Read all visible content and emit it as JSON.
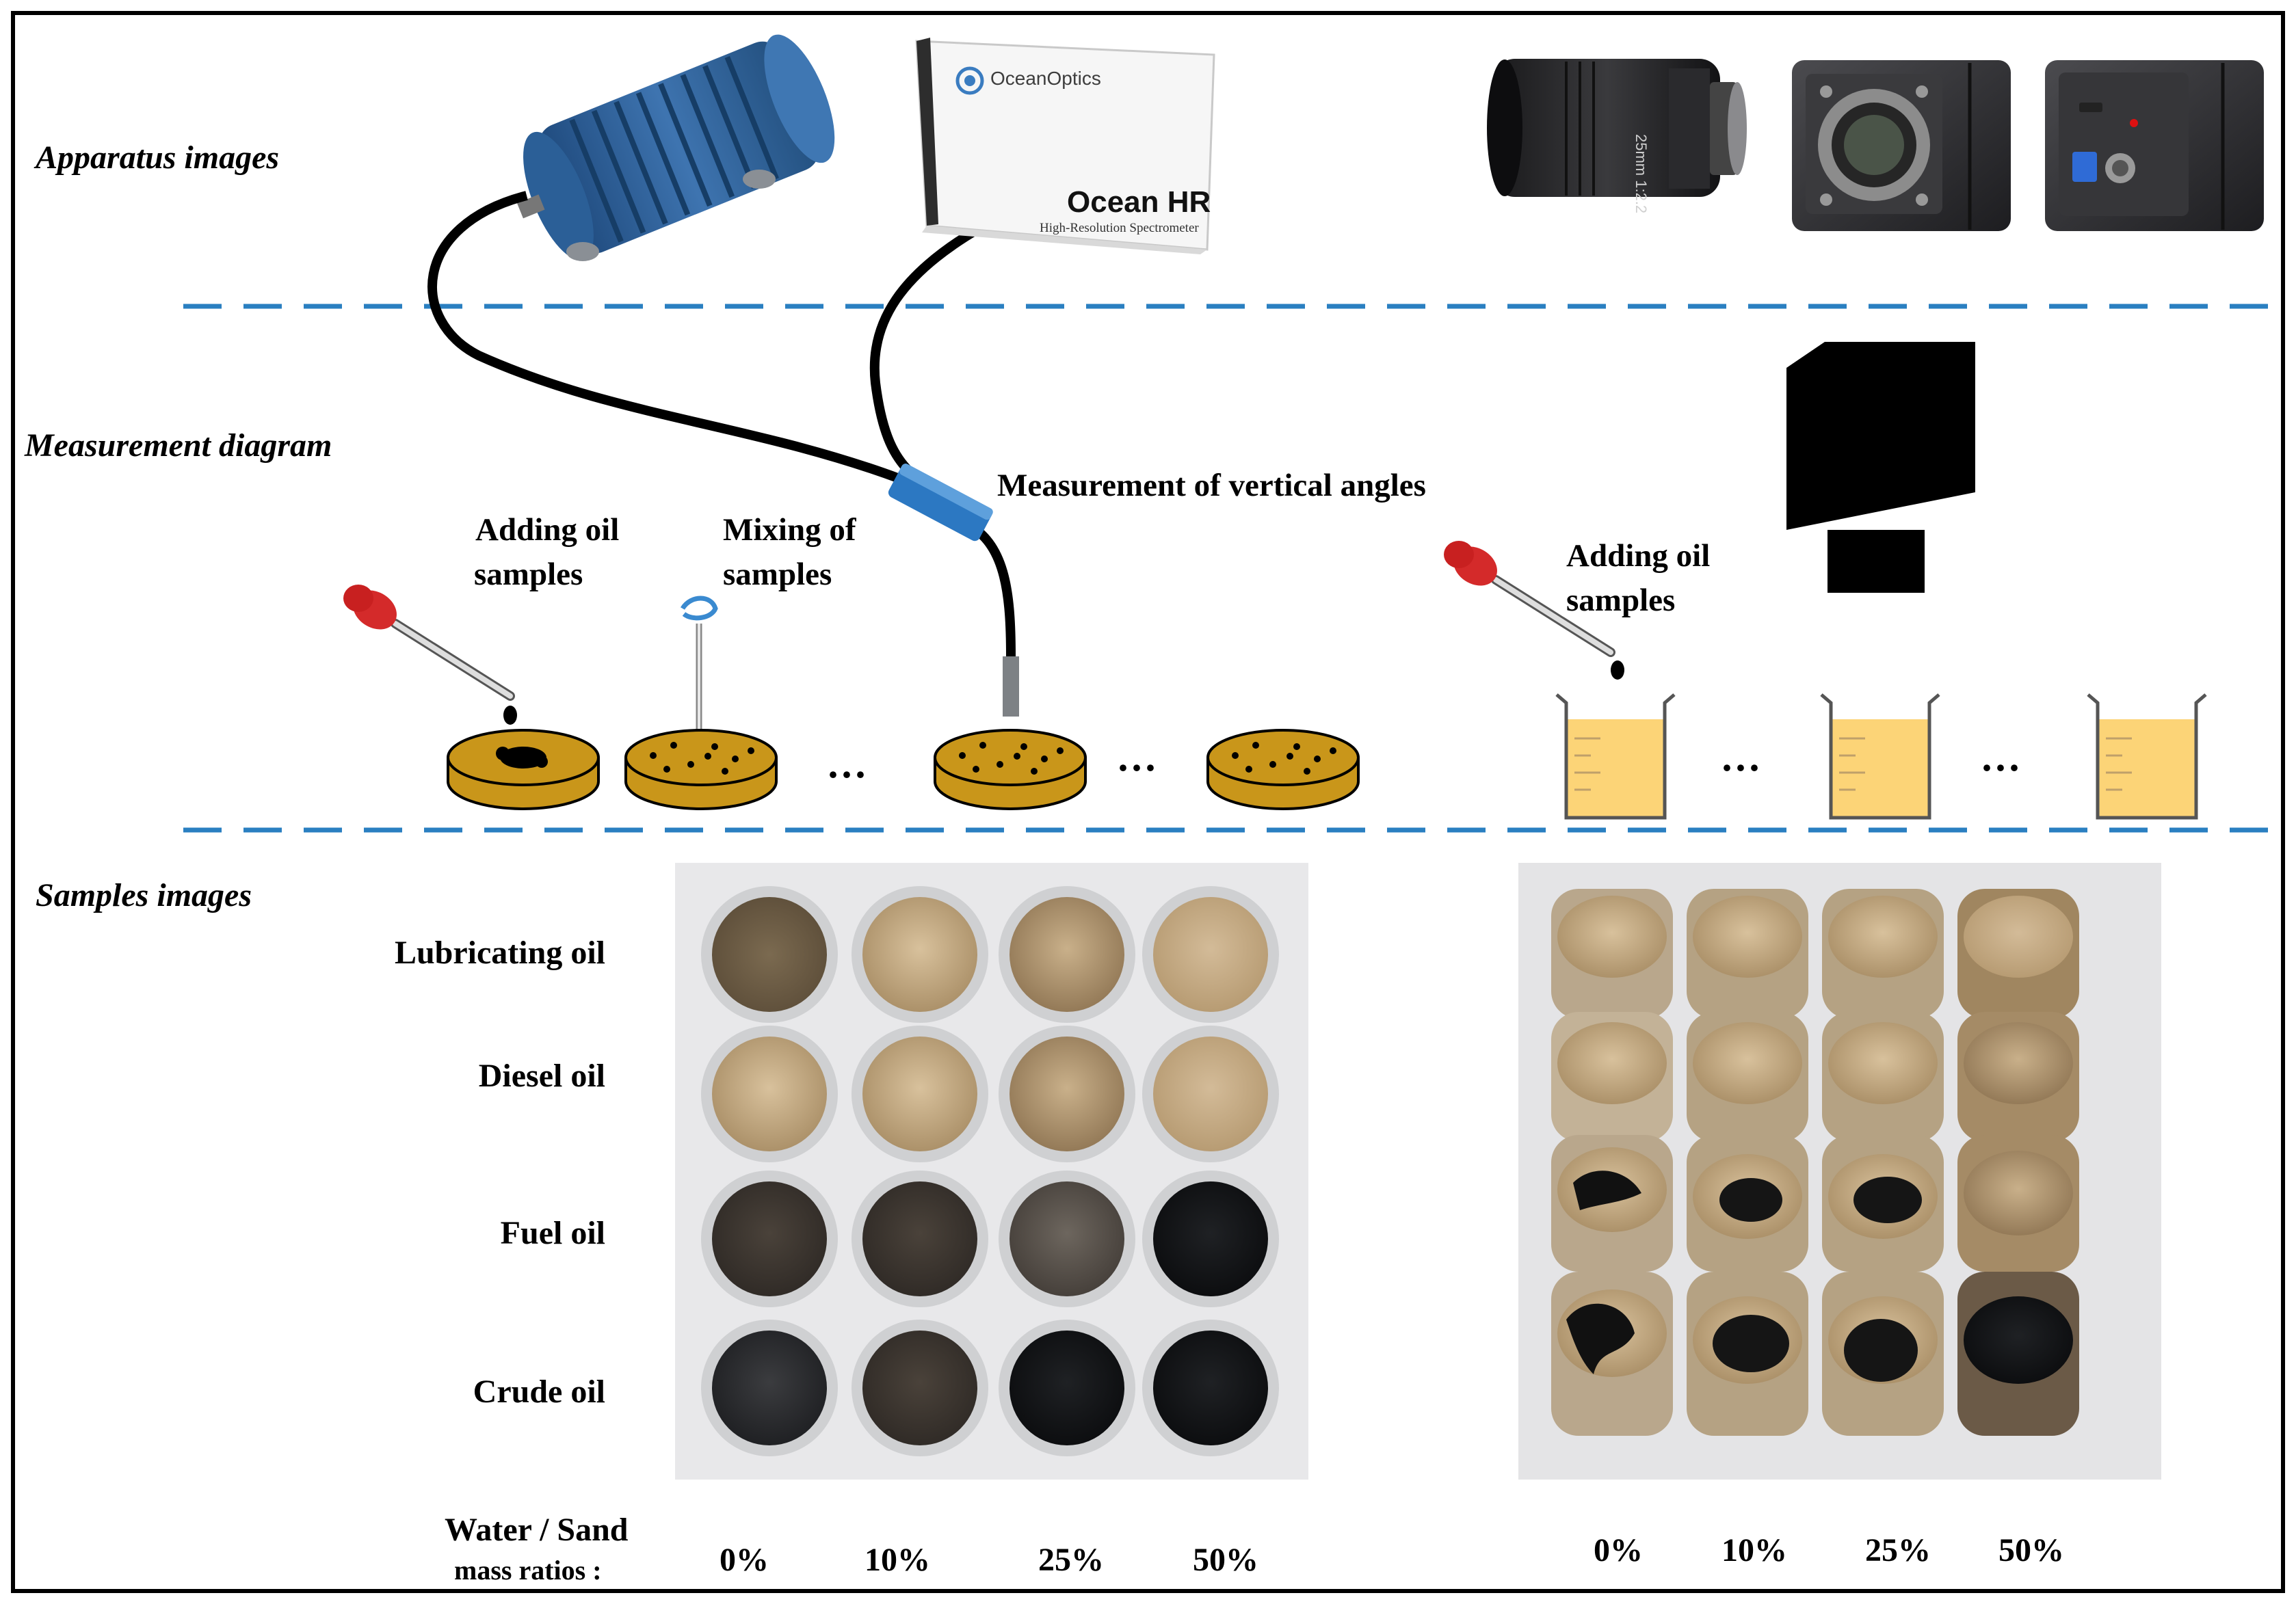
{
  "sections": {
    "apparatus": "Apparatus images",
    "measurement": "Measurement diagram",
    "samples": "Samples images"
  },
  "apparatus": {
    "spectrometer_brand": "OceanOptics",
    "spectrometer_model": "Ocean HR",
    "spectrometer_subtitle": "High-Resolution Spectrometer"
  },
  "steps": {
    "adding_oil_left": [
      "Adding oil",
      "samples"
    ],
    "mixing": [
      "Mixing of",
      "samples"
    ],
    "vertical": "Measurement of vertical angles",
    "adding_oil_right": [
      "Adding oil",
      "samples"
    ],
    "ellipsis": "···"
  },
  "oil_types": [
    "Lubricating oil",
    "Diesel oil",
    "Fuel oil",
    "Crude oil"
  ],
  "ratio_label": [
    "Water / Sand",
    "mass ratios :"
  ],
  "ratios_left": [
    "0%",
    "10%",
    "25%",
    "50%"
  ],
  "ratios_right": [
    "0%",
    "10%",
    "25%",
    "50%"
  ],
  "colors": {
    "dash_line": "#2a7fc1",
    "dish_fill": "#c9961a",
    "beaker_liquid": "#fcd477",
    "probe_blue": "#2c78c2",
    "lamp_blue": "#2f5f99"
  }
}
